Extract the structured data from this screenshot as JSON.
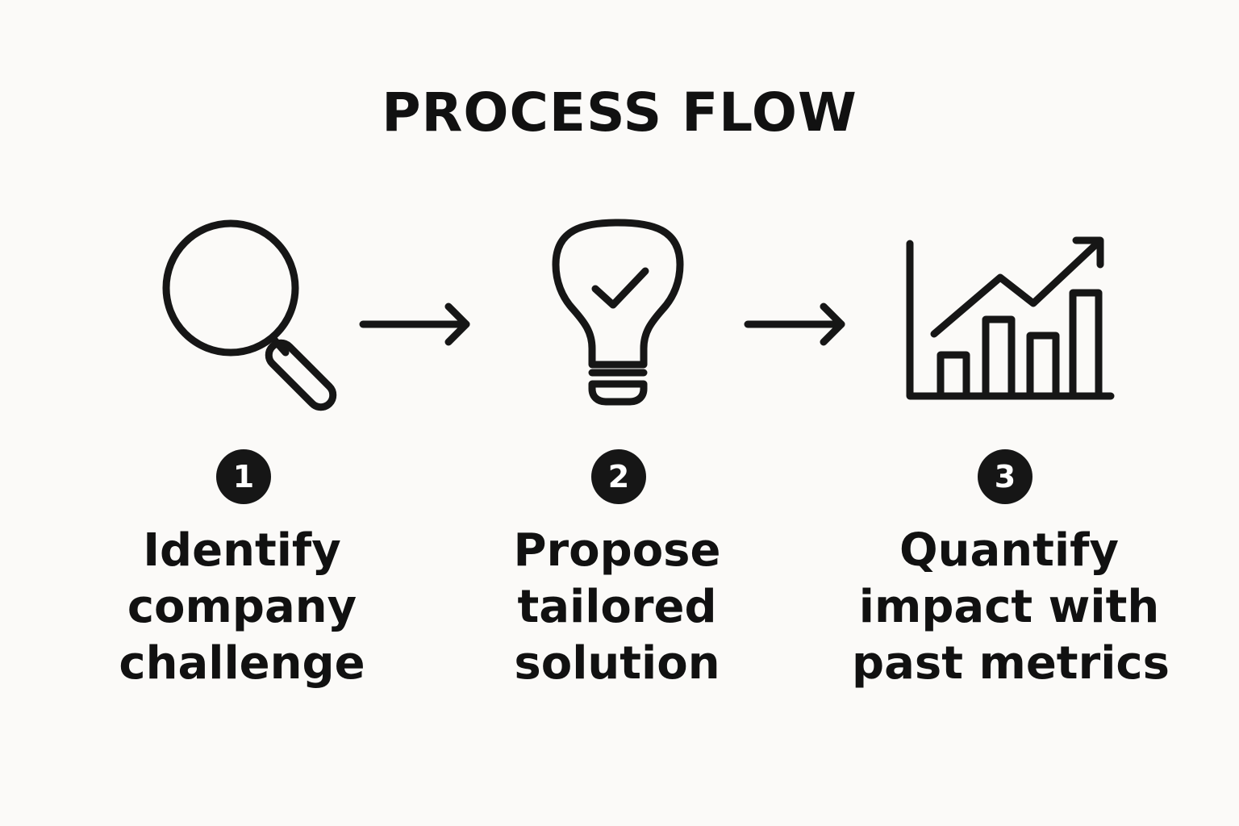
{
  "title": "PROCESS FLOW",
  "steps": [
    {
      "number": "1",
      "icon": "magnifying-glass-icon",
      "label_lines": [
        "Identify",
        "company",
        "challenge"
      ]
    },
    {
      "number": "2",
      "icon": "lightbulb-check-icon",
      "label_lines": [
        "Propose",
        "tailored",
        "solution"
      ]
    },
    {
      "number": "3",
      "icon": "bar-chart-trend-icon",
      "label_lines": [
        "Quantify",
        "impact with",
        "past metrics"
      ]
    }
  ],
  "colors": {
    "background": "#fbfaf8",
    "ink": "#161616",
    "badge_text": "#ffffff"
  }
}
